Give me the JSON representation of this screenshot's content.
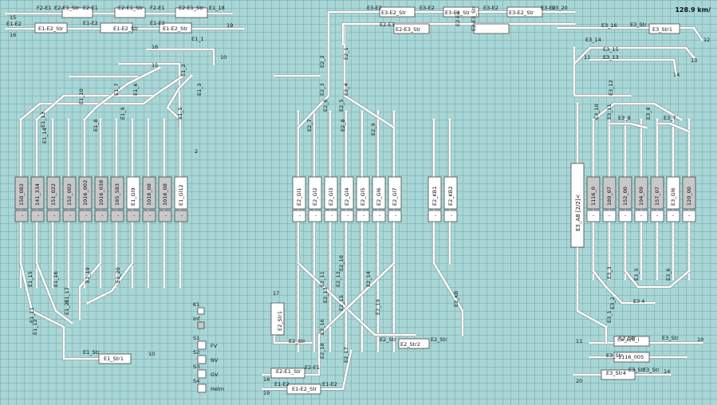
{
  "speed": "128.9 km/",
  "labels": {
    "tl": [
      "F2-E1",
      "E2-E1_Str",
      "E2-E1",
      "E2-E1_Str",
      "F2-E1",
      "E2-E1_Str",
      "E1_18",
      "15",
      "16",
      "E1-E2",
      "E1-E2_Str",
      "E1-E2",
      "E1-E2_Str",
      "E1-E2",
      "E1-E2_Str",
      "19",
      "E1_1",
      "16",
      "10",
      "15",
      "E1_2",
      "E1_3",
      "E1_10",
      "E1_7",
      "E1_6",
      "E1_5",
      "E1_9",
      "E1_8",
      "E1_13",
      "E1_14",
      "2"
    ],
    "e1_tracks": [
      "150_082",
      "141_334",
      "151_022",
      "152_002",
      "1016_002",
      "1016_038",
      "185_583",
      "E1_Gl9",
      "1016_08",
      "1016_08",
      "E1_Gl12"
    ],
    "e1_bot": [
      "E1_15",
      "E1_16",
      "E1_17",
      "E1_19",
      "E1_20",
      "E1_21",
      "E1_12",
      "E1_11",
      "E1_Str",
      "E1_Str1",
      "10"
    ],
    "e2_tracks": [
      "E2_Gl1",
      "E2_Gl2",
      "E2_Gl3",
      "E2_Gl4",
      "E2_Gl5",
      "E2_Gl6",
      "E2_Gl7"
    ],
    "e2_kb": [
      "E2_KB1",
      "E2_KB2",
      "E2_KB"
    ],
    "e2_misc": [
      "E2_Str",
      "E2_Str1",
      "E2_Str",
      "E2_Str2",
      "E2_Str",
      "17",
      "E2-E1_Str",
      "E2-E1",
      "18",
      "E1-E2",
      "E1-E2_Str",
      "E1-E2",
      "19",
      "E2_7",
      "E2_6",
      "E2_5",
      "E2_4",
      "E2_3",
      "E2_2",
      "E2_1",
      "E2_8",
      "E2_9",
      "E2_11",
      "E2_12",
      "E2_13",
      "E2_14",
      "E2_15",
      "E2_16",
      "E2_17",
      "E2_18",
      "E2_19",
      "E2_10"
    ],
    "tr": [
      "E3-E2",
      "E3-E2_Str",
      "E3-E2",
      "E3-E2_Str",
      "E3-E2",
      "E3-E2_Str",
      "E3-E2",
      "E3_20",
      "E2-E3",
      "E2-E3_Str",
      "E2-E3",
      "E2-E3_Str",
      "E3_16",
      "E3_Str",
      "E3_Str1",
      "12",
      "E3_14",
      "E3_15",
      "E3_13",
      "13",
      "11",
      "14",
      "E3_12",
      "E3_11",
      "E3_9",
      "E3_8",
      "E3_7",
      "E3_10"
    ],
    "e3_tracks": [
      "1116_0",
      "189_07",
      "152_00",
      "194_09",
      "157_07",
      "E3_Gl6",
      "120_00"
    ],
    "e3_big": "E3_A8 [2/2]<",
    "e3_bot": [
      "E3_3",
      "E3_5",
      "E3_6",
      "E3 4",
      "E3_2",
      "E3_1",
      "E3_Str",
      "Ce_6/8_I",
      "E3_Str",
      "E3_Str",
      "1116_005",
      "E3_Str",
      "E3_Str4",
      "E3_Str",
      "14",
      "20",
      "10",
      "11"
    ]
  },
  "legend": [
    {
      "key": "K1",
      "label": ""
    },
    {
      "key": "Inf",
      "label": ""
    },
    {
      "key": "S1",
      "label": "FV"
    },
    {
      "key": "S2",
      "label": "NV"
    },
    {
      "key": "S3",
      "label": "GV"
    },
    {
      "key": "S4",
      "label": "Helm"
    }
  ]
}
